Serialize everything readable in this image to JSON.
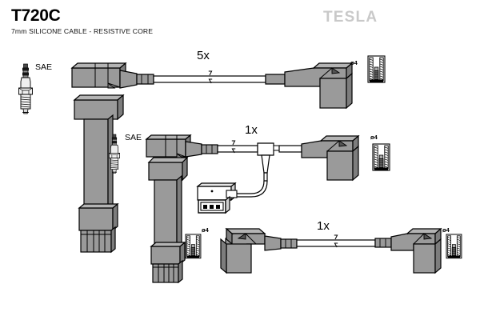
{
  "document": {
    "part_number": "T720C",
    "description": "7mm SILICONE CABLE - RESISTIVE CORE",
    "brand": "TESLA"
  },
  "colors": {
    "background": "#ffffff",
    "outline": "#000000",
    "body_fill": "#9a9a9a",
    "body_fill_light": "#b4b4b4",
    "body_fill_dark": "#7d7d7d",
    "cable_fill": "#ffffff",
    "logo_gray": "#c9c9c9"
  },
  "assemblies": [
    {
      "id": "assembly-top",
      "quantity_label": "5x",
      "plug_label": "SAE",
      "terminal_label": "ø4",
      "has_sensor_branch": false
    },
    {
      "id": "assembly-middle",
      "quantity_label": "1x",
      "plug_label": "SAE",
      "terminal_label": "ø4",
      "has_sensor_branch": true,
      "sensor_pin_count": 3
    },
    {
      "id": "assembly-bottom",
      "quantity_label": "1x",
      "terminal_label_left": "ø4",
      "terminal_label_right": "ø4",
      "has_sensor_branch": false
    }
  ],
  "labels": {
    "sae_top": "SAE",
    "sae_middle": "SAE",
    "qty_top": "5x",
    "qty_middle": "1x",
    "qty_bottom": "1x",
    "dia_top_right": "ø4",
    "dia_middle_right": "ø4",
    "dia_bottom_left": "ø4",
    "dia_bottom_right": "ø4"
  }
}
